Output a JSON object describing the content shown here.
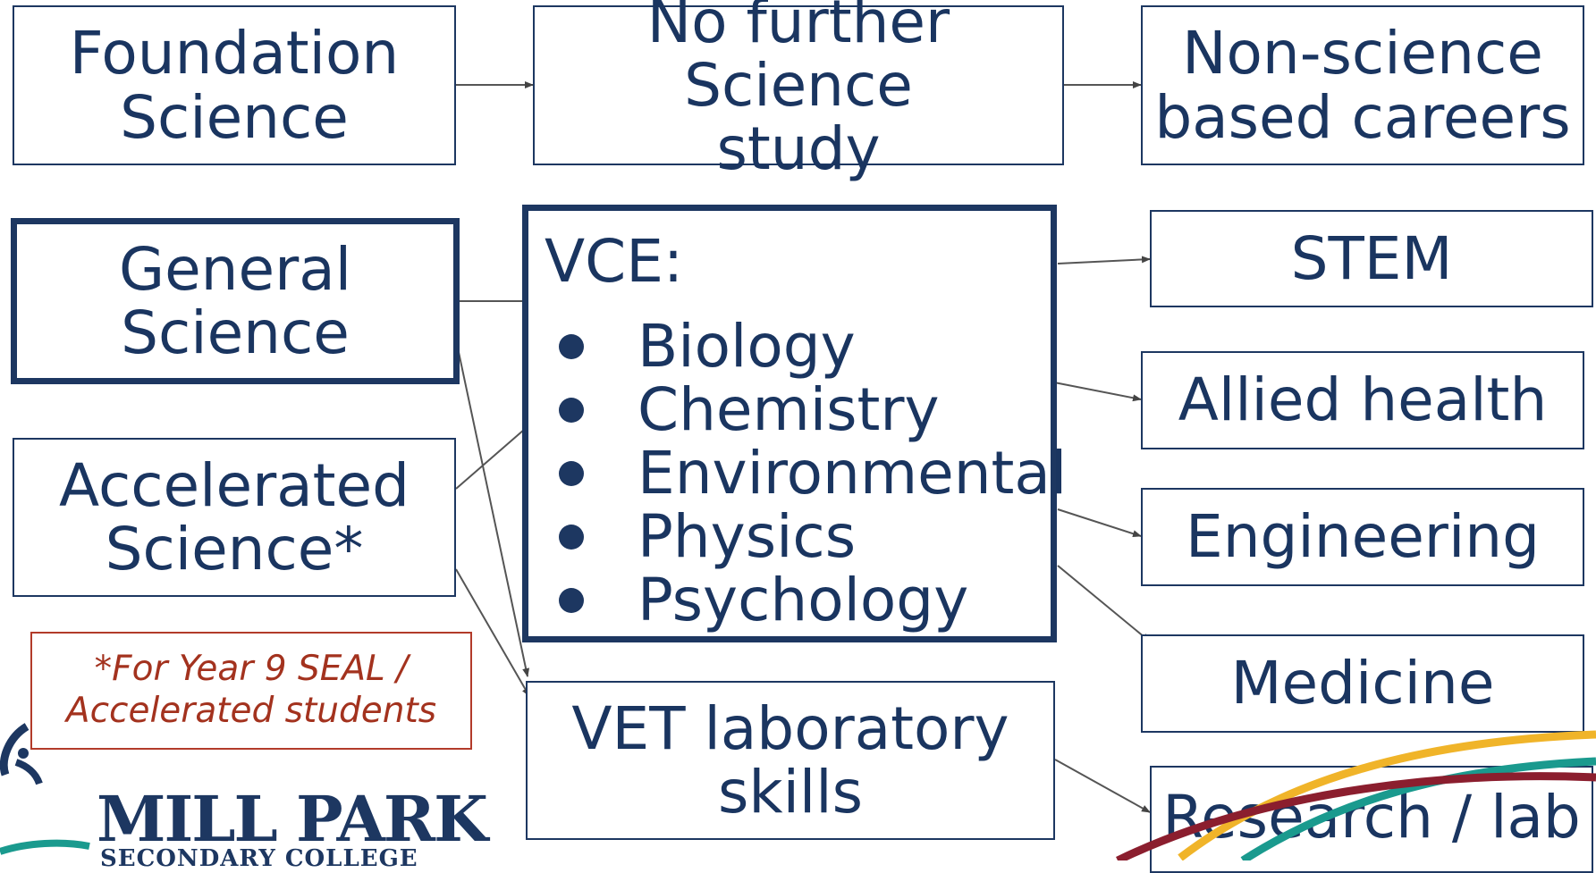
{
  "left": {
    "foundation": [
      "Foundation",
      "Science"
    ],
    "general": [
      "General",
      "Science"
    ],
    "accelerated": [
      "Accelerated",
      "Science*"
    ]
  },
  "middle": {
    "no_further": [
      "No further Science",
      "study"
    ],
    "vce_title": "VCE:",
    "vce_subjects": [
      "Biology",
      "Chemistry",
      "Environmental",
      "Physics",
      "Psychology"
    ],
    "vet": [
      "VET laboratory",
      "skills"
    ]
  },
  "right": {
    "non_science": [
      "Non-science",
      "based careers"
    ],
    "stem": "STEM",
    "allied_health": "Allied health",
    "engineering": "Engineering",
    "medicine": "Medicine",
    "research": "Research / lab"
  },
  "note": [
    "*For Year 9 SEAL /",
    "Accelerated students"
  ],
  "logo": {
    "name": "MILL PARK",
    "subtitle": "SECONDARY COLLEGE"
  },
  "colors": {
    "primary": "#1d3761",
    "accent_red": "#a3321e",
    "swoosh_yellow": "#f0b429",
    "swoosh_teal": "#1a9a8e",
    "swoosh_maroon": "#8b1e2e"
  },
  "icons": [
    "arrow-icon",
    "logo-icon",
    "bullet-icon"
  ]
}
